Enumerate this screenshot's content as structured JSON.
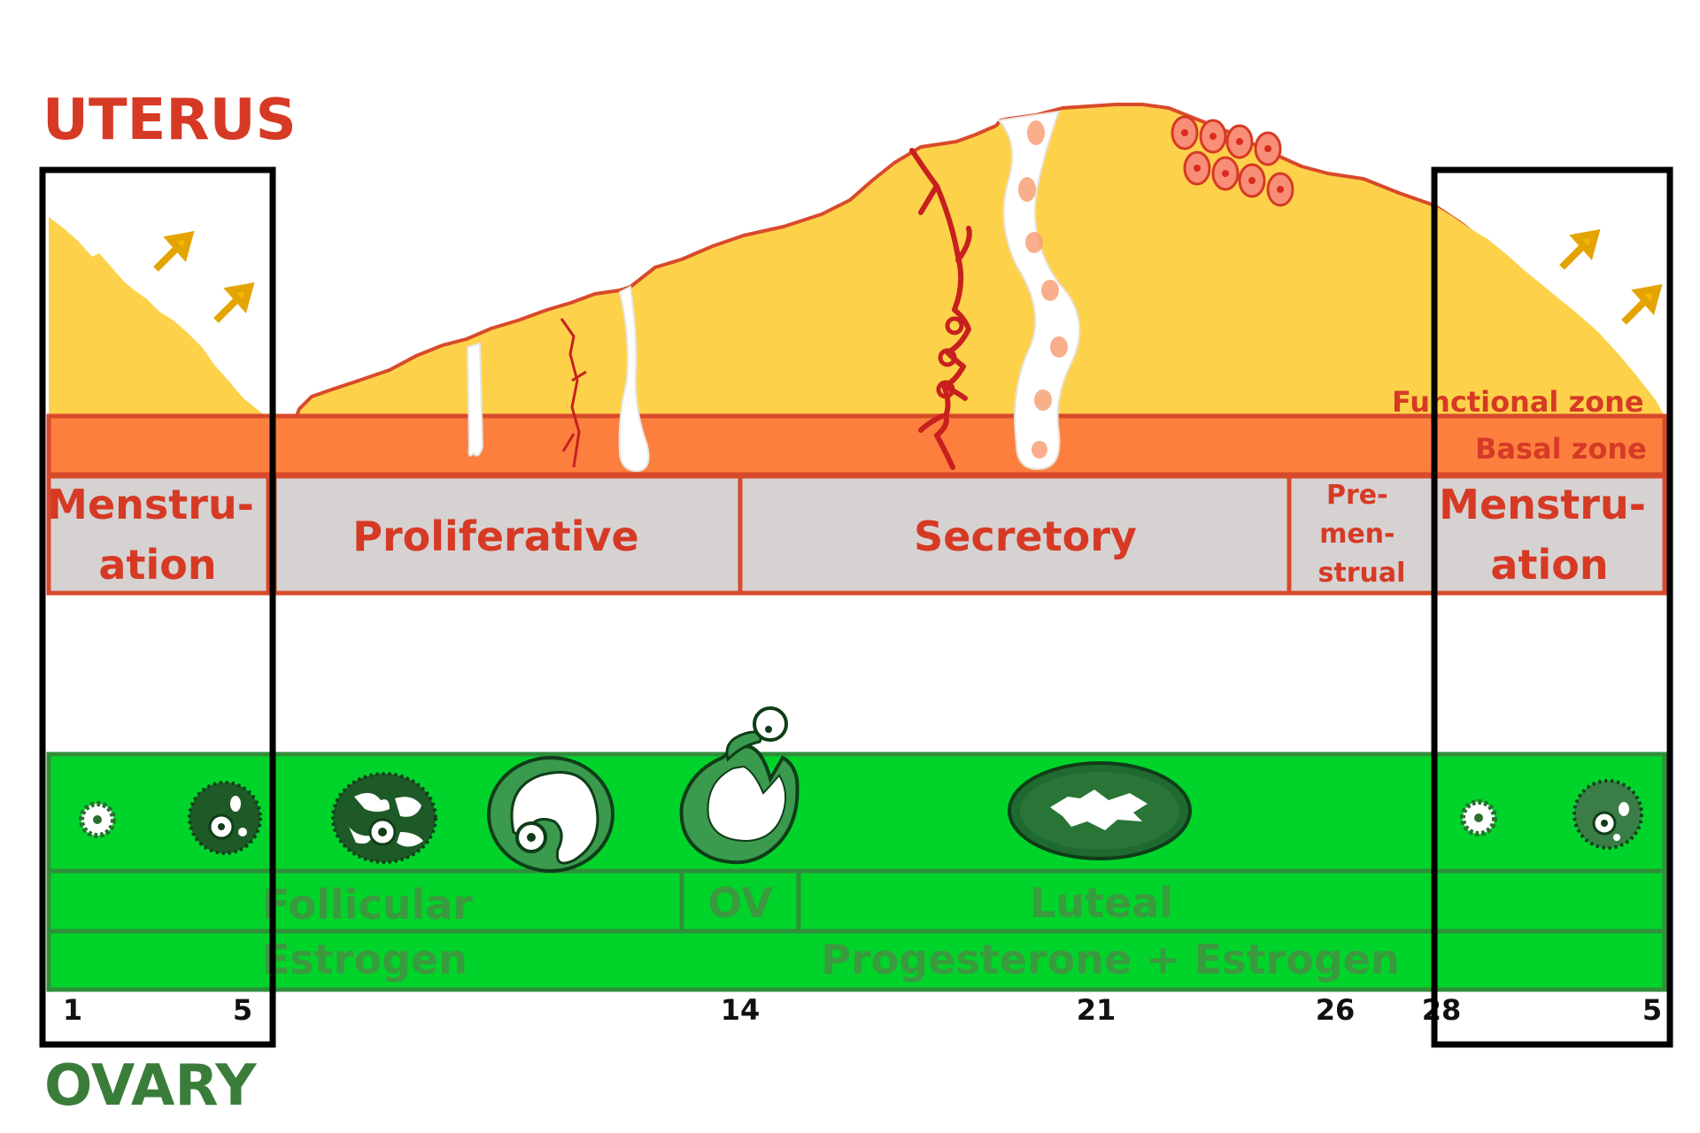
{
  "headings": {
    "uterus": "UTERUS",
    "ovary": "OVARY"
  },
  "uterus": {
    "zones": {
      "functional": "Functional zone",
      "basal": "Basal zone"
    },
    "phases": {
      "menstruation_left": [
        "Menstru-",
        "ation"
      ],
      "proliferative": "Proliferative",
      "secretory": "Secretory",
      "premenstrual": [
        "Pre-",
        "men-",
        "strual"
      ],
      "menstruation_right": [
        "Menstru-",
        "ation"
      ]
    }
  },
  "ovary": {
    "phases": {
      "follicular": "Follicular",
      "ovulation": "OV",
      "luteal": "Luteal"
    },
    "hormones": {
      "estrogen": "Estrogen",
      "progesterone_estrogen": "Progesterone + Estrogen"
    }
  },
  "days": [
    "1",
    "5",
    "14",
    "21",
    "26",
    "28",
    "5"
  ],
  "colors": {
    "uterus_red": "#d63a25",
    "ovary_green": "#3a7d3a",
    "functional_yellow": "#fdd24a",
    "basal_orange": "#fd7f3e",
    "phase_grey": "#d6d2d2",
    "ovary_band": "#00d42b",
    "ovary_outline": "#2f8f3a",
    "follicle_dark": "#1e5a28"
  }
}
